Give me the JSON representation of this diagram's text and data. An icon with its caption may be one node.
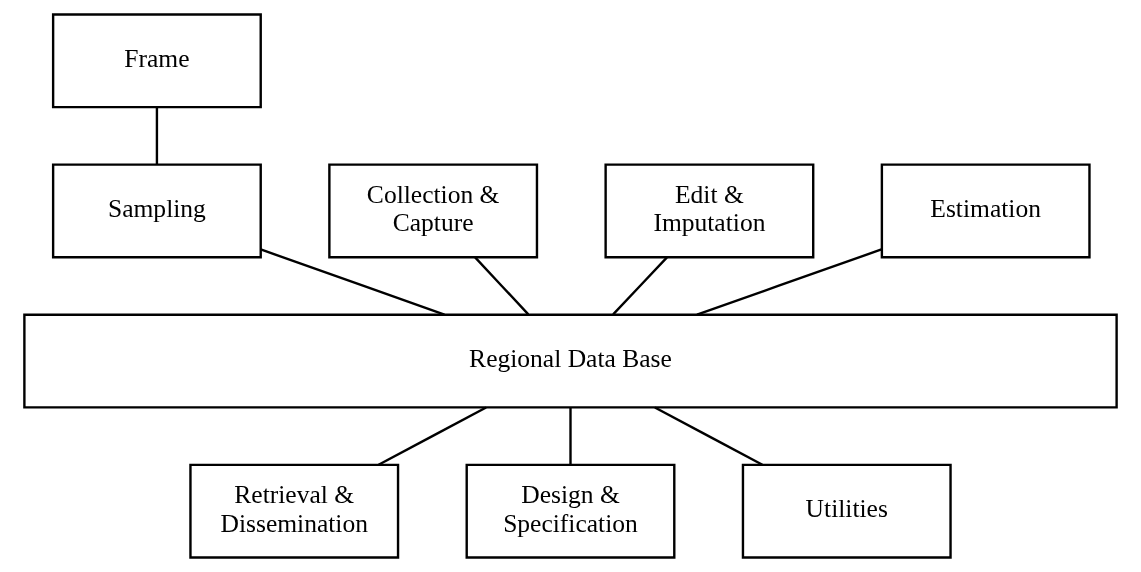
{
  "diagram": {
    "nodes": [
      {
        "text": [
          "Frame"
        ]
      },
      {
        "text": [
          "Sampling"
        ]
      },
      {
        "text": [
          "Collection & Capture"
        ]
      },
      {
        "text": [
          "Edit & Imputation"
        ]
      },
      {
        "text": [
          "Estimation"
        ]
      },
      {
        "text": [
          "Regional Data Base"
        ]
      },
      {
        "text": [
          "Retrieval & Dissemination"
        ]
      },
      {
        "text": [
          "Design & Specification"
        ]
      },
      {
        "text": [
          "Utilities"
        ]
      }
    ],
    "edges": [
      {
        "from": 0,
        "to": 1,
        "arrow": "none"
      },
      {
        "from": 1,
        "to": 5,
        "arrow": "none"
      },
      {
        "from": 2,
        "to": 5,
        "arrow": "none"
      },
      {
        "from": 3,
        "to": 5,
        "arrow": "none"
      },
      {
        "from": 4,
        "to": 5,
        "arrow": "none"
      },
      {
        "from": 5,
        "to": 6,
        "arrow": "none"
      },
      {
        "from": 5,
        "to": 7,
        "arrow": "none"
      },
      {
        "from": 5,
        "to": 8,
        "arrow": "none"
      }
    ]
  }
}
